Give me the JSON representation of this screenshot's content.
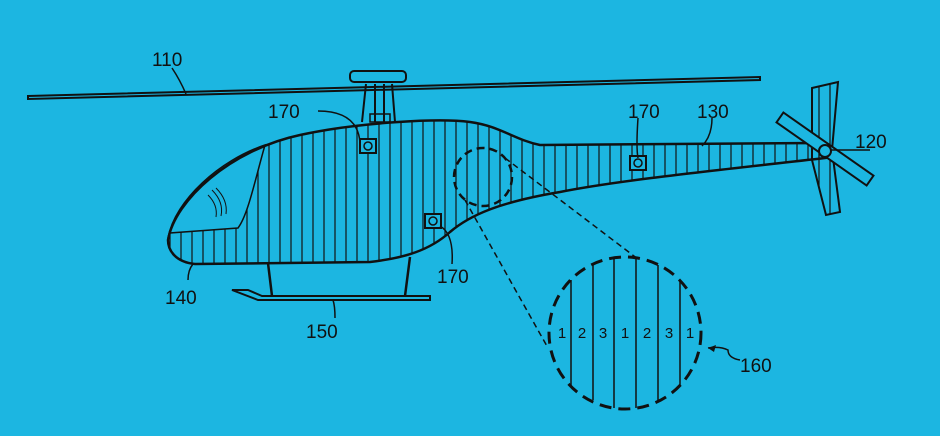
{
  "figure": {
    "labels": {
      "main_rotor": "110",
      "tail_rotor": "120",
      "tail_boom": "130",
      "fuselage": "140",
      "landing_skid": "150",
      "detail_view": "160",
      "sensor_top": "170",
      "sensor_lower": "170",
      "sensor_tail": "170"
    },
    "detail_digits": [
      "1",
      "2",
      "3",
      "1",
      "2",
      "3",
      "1"
    ]
  },
  "colors": {
    "background": "#1cb6e1",
    "ink": "#111111"
  }
}
